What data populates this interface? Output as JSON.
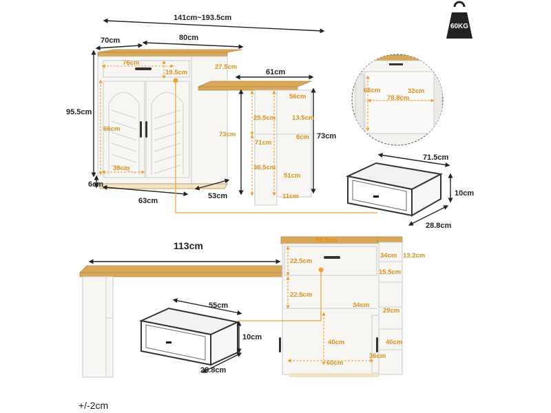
{
  "weight_badge": "60KG",
  "tolerance": "+/-2cm",
  "top_view": {
    "total_width": "141cm~193.5cm",
    "depth_top": "70cm",
    "width_top": "80cm",
    "height": "95.5cm",
    "drawer_width": "76cm",
    "drawer_height": "19.5cm",
    "top_thickness": "27.5cm",
    "desk_depth": "61cm",
    "door_height": "66cm",
    "door_width": "38cm",
    "feet": "6cm",
    "base_width": "63cm",
    "base_depth": "53cm",
    "desk_height_left": "73cm",
    "desk_height": "73cm",
    "shelf_upper": "25.5cm",
    "shelf_depth": "56cm",
    "shelf_gap": "13.5cm",
    "shelf_total": "71cm",
    "shelf_small": "6cm",
    "shelf_lower": "36.5cm",
    "shelf_bottom_width": "51cm",
    "shelf_bottom": "11cm"
  },
  "interior_circle": {
    "width": "78.8cm",
    "depth": "32cm",
    "height": "66cm"
  },
  "drawer_large": {
    "width": "71.5cm",
    "height": "10cm",
    "depth": "28.8cm"
  },
  "bottom_view": {
    "desk_width": "113cm",
    "top_width": "59.5cm",
    "rack_width": "34cm",
    "rack_depth": "13.2cm",
    "drawer_height": "22.5cm",
    "rack_shelf": "15.5cm",
    "shelf_height": "22.5cm",
    "shelf_depth": "34cm",
    "rack_spacing": "29cm",
    "cabinet_height": "40cm",
    "rack_lower": "40cm",
    "cabinet_width": "60cm",
    "cabinet_depth": "36cm"
  },
  "drawer_small": {
    "width": "55cm",
    "height": "10cm",
    "depth": "28.8cm"
  }
}
